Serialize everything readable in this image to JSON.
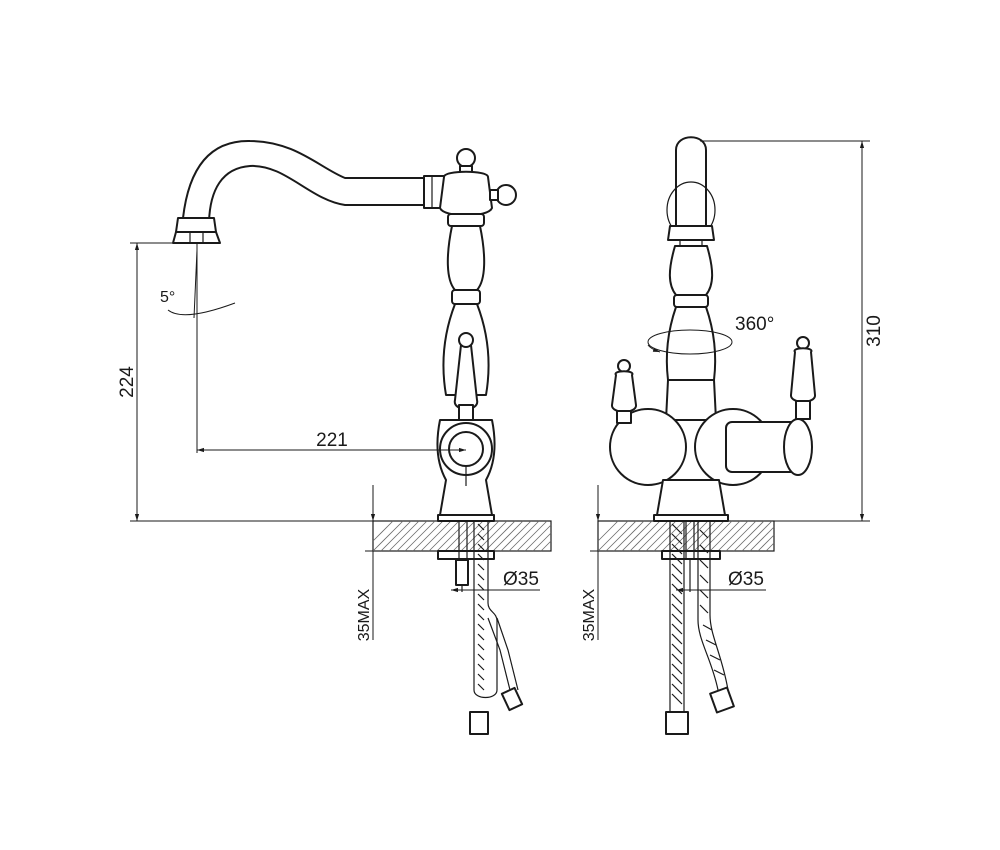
{
  "dimensions": {
    "height_label": "224",
    "reach_label": "221",
    "angle_label": "5°",
    "rotation_label": "360°",
    "total_height_label": "310",
    "hole_left_label": "Ø35",
    "hole_right_label": "Ø35",
    "thickness_left_label": "35MAX",
    "thickness_right_label": "35MAX"
  },
  "colors": {
    "line": "#1a1a1a",
    "hatch": "#6a6a6a",
    "background": "#ffffff"
  }
}
